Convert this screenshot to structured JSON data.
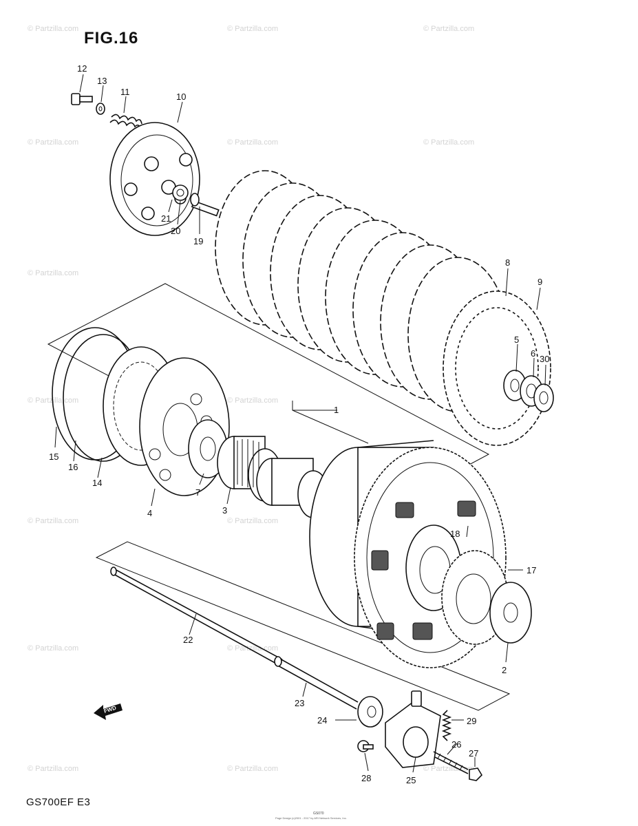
{
  "figure": {
    "title": "FIG.16",
    "model_code": "GS700EF  E3",
    "footer_id": "GS070",
    "footer_note": "Page Design (c)2001 - 2017 by ARI Network Services, Inc."
  },
  "watermark": "© Partzilla.com",
  "fwd_label": "FWD",
  "callouts": [
    "1",
    "2",
    "3",
    "4",
    "5",
    "6",
    "7",
    "8",
    "9",
    "10",
    "11",
    "12",
    "13",
    "14",
    "15",
    "16",
    "17",
    "18",
    "19",
    "20",
    "21",
    "22",
    "23",
    "24",
    "25",
    "26",
    "27",
    "28",
    "29",
    "30"
  ]
}
